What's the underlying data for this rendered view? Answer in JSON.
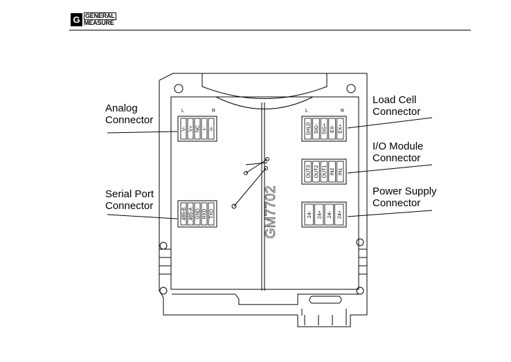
{
  "header": {
    "logo_line1": "GENERAL",
    "logo_line2": "MEASURE"
  },
  "device": {
    "model": "GM7702"
  },
  "callouts": {
    "analog": [
      "Analog",
      "Connector"
    ],
    "serial": [
      "Serial Port",
      "Connector"
    ],
    "loadcell": [
      "Load Cell",
      "Connector"
    ],
    "io": [
      "I/O Module",
      "Connector"
    ],
    "power": [
      "Power Supply",
      "Connector"
    ]
  },
  "connectors": {
    "analog": {
      "left_label": "L",
      "right_label": "R",
      "pins": [
        "V-",
        "V+",
        "NC",
        "I-",
        "I+"
      ]
    },
    "serial": {
      "pins": [
        "485-B",
        "485-A",
        "GND",
        "RXD",
        "TXD"
      ]
    },
    "loadcell": {
      "left_label": "L",
      "right_label": "R",
      "pins": [
        "SHLD",
        "SIG-",
        "SIG+",
        "EX-",
        "EX+"
      ]
    },
    "io": {
      "pins": [
        "OUT3",
        "OUT2",
        "OUT1",
        "IN2",
        "IN1"
      ]
    },
    "power": {
      "pins": [
        "24-",
        "24+",
        "24-",
        "24+"
      ]
    }
  }
}
